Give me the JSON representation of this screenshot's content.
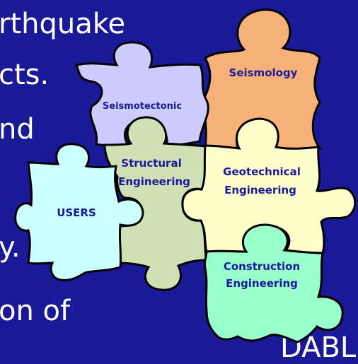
{
  "background_text": {
    "line1": "rthquake",
    "line2": "cts.",
    "line3": "nd",
    "line4": "y.",
    "line5": "on of",
    "line6": "DABLE"
  },
  "pieces": {
    "seismotectonic": {
      "label": "Seismotectonic",
      "color": "#ccccff"
    },
    "seismology": {
      "label": "Seismology",
      "color": "#f7b27a"
    },
    "structural": {
      "line1": "Structural",
      "line2": "Engineering",
      "color": "#cfe0b4"
    },
    "geotechnical": {
      "line1": "Geotechnical",
      "line2": "Engineering",
      "color": "#ffffcc"
    },
    "users": {
      "label": "USERS",
      "color": "#ccffff"
    },
    "construction": {
      "line1": "Construction",
      "line2": "Engineering",
      "color": "#99ffcc"
    }
  },
  "colors": {
    "background": "#1a1a99",
    "label_text": "#1a1a99",
    "outline": "#000000"
  }
}
